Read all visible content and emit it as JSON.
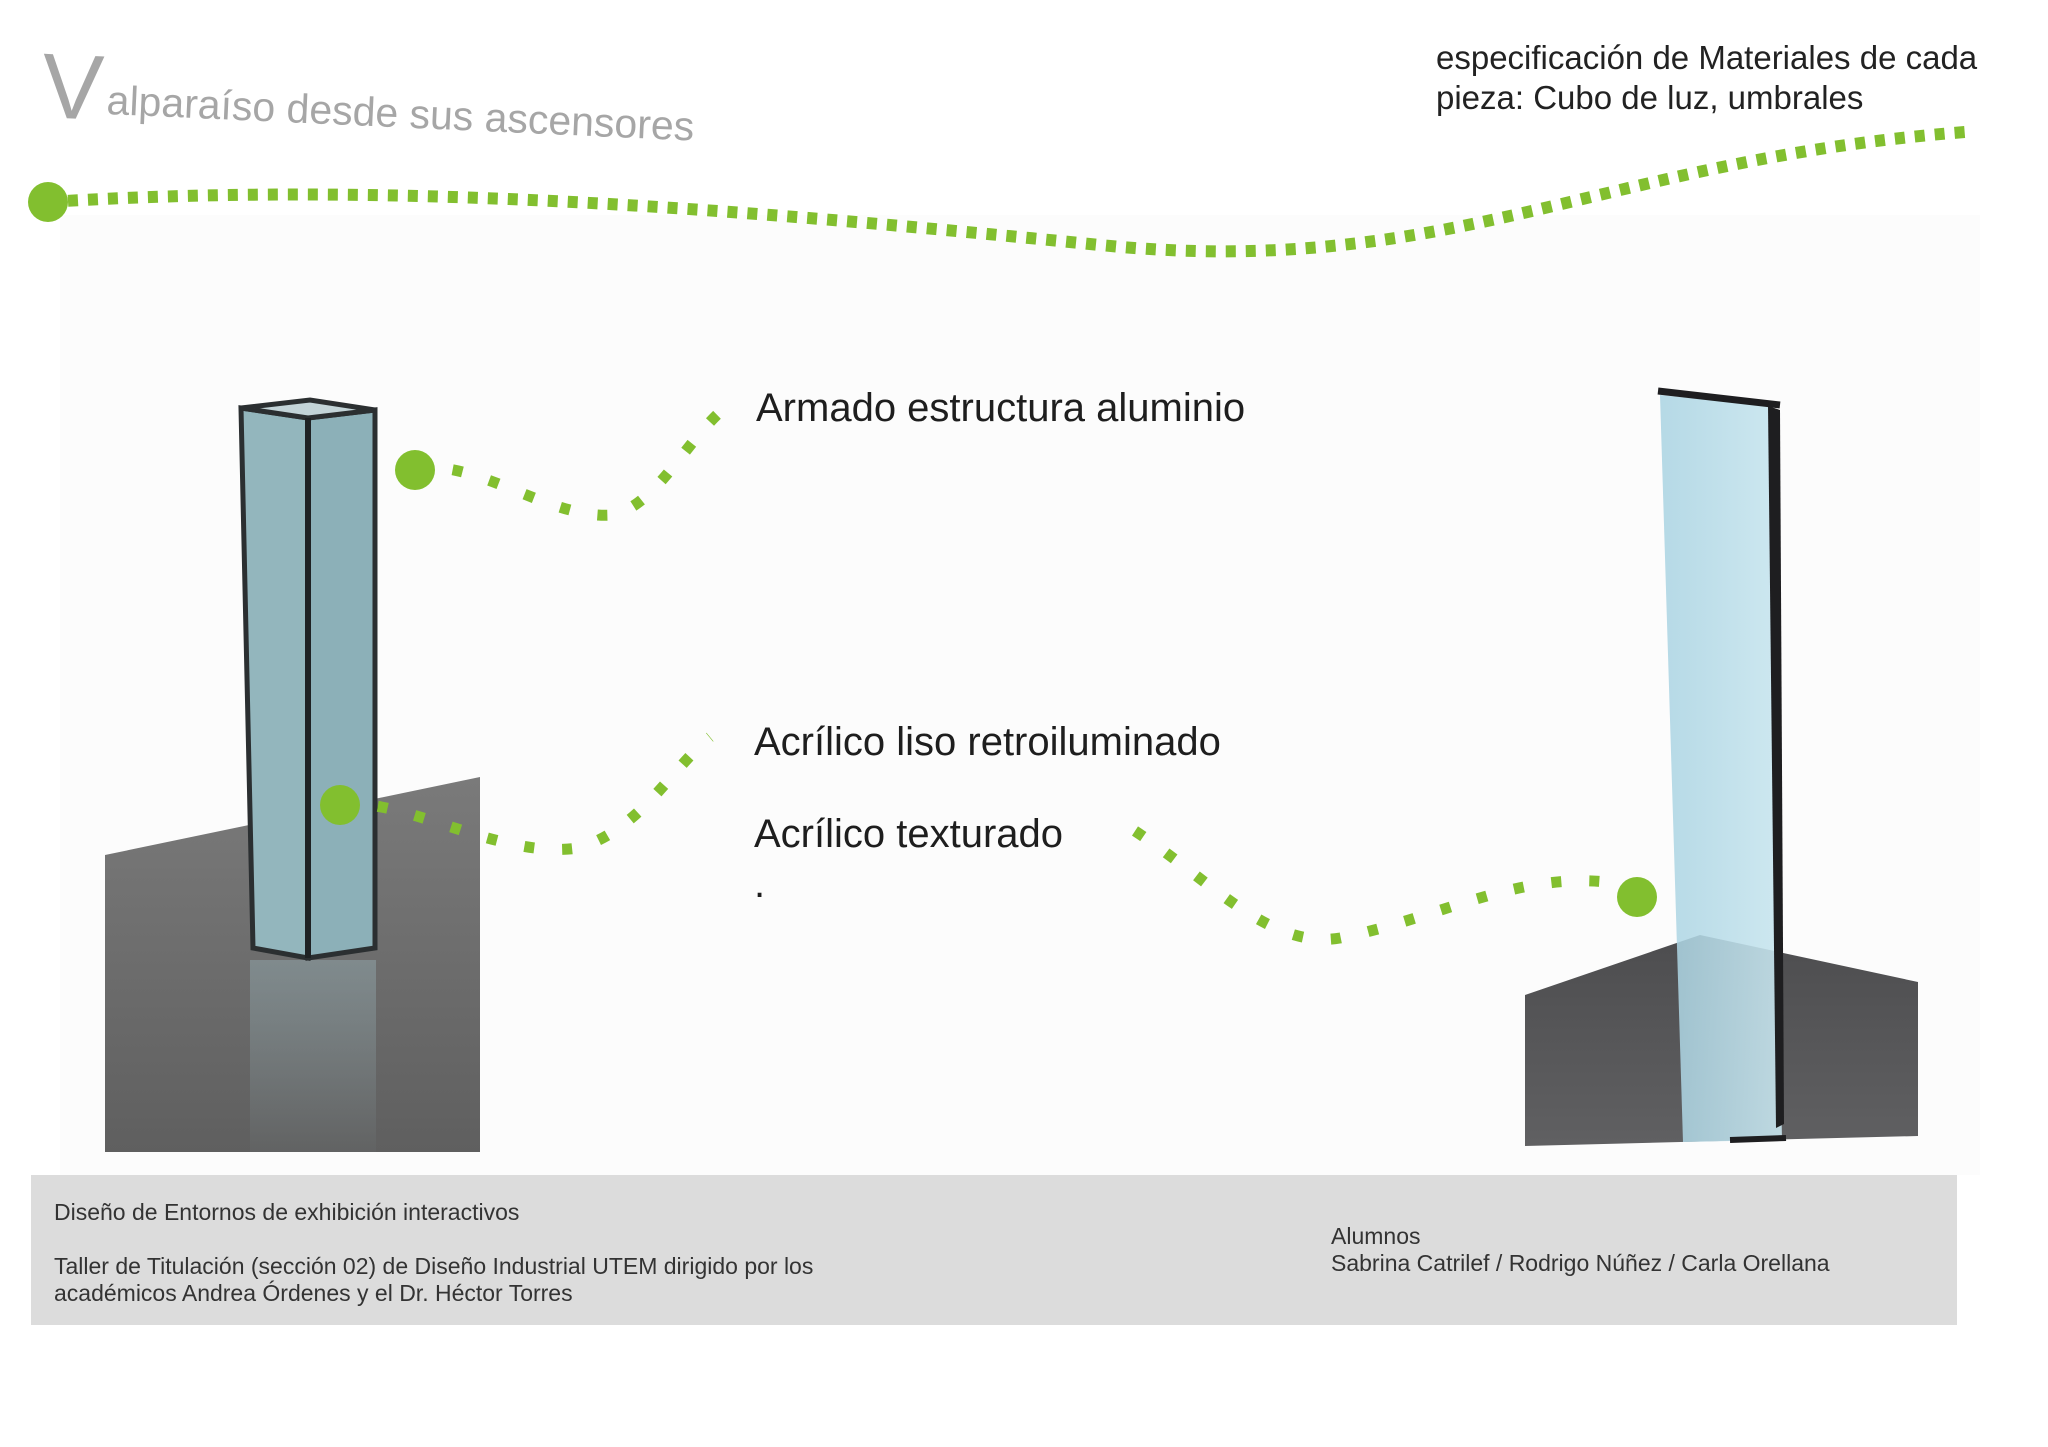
{
  "header": {
    "title_initial": "V",
    "title_rest": "alparaíso desde sus ascensores",
    "spec_title": "especificación de Materiales de  cada pieza: Cubo de luz, umbrales"
  },
  "callouts": {
    "aluminum": "Armado estructura aluminio",
    "acrylic_smooth": "Acrílico liso retroiluminado",
    "acrylic_textured": "Acrílico texturado",
    "trailing_dot": "."
  },
  "footer": {
    "course": "Diseño de Entornos de exhibición  interactivos",
    "workshop_line1": "Taller de Titulación (sección 02) de Diseño Industrial UTEM dirigido por los",
    "workshop_line2": "académicos Andrea Órdenes y el Dr. Héctor Torres",
    "students_label": "Alumnos",
    "students_names": "Sabrina Catrilef / Rodrigo Núñez / Carla Orellana"
  },
  "colors": {
    "accent_green": "#82bf2f",
    "floor_gray": "#6d6d6d",
    "glass_blue": "#9fc4cc",
    "footer_bg": "#dcdcdc",
    "title_gray": "#a6a6a6"
  }
}
